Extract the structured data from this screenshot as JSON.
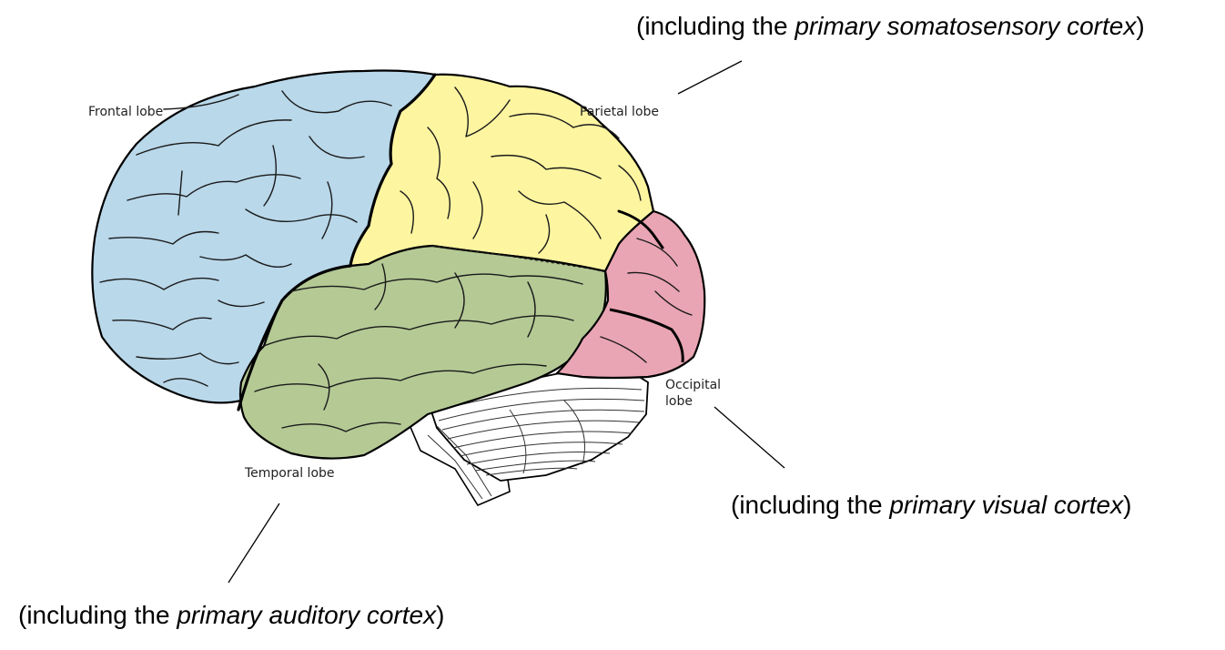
{
  "labels": {
    "frontal": "Frontal lobe",
    "parietal": "Parietal lobe",
    "occipital_line1": "Occipital",
    "occipital_line2": "lobe",
    "temporal": "Temporal lobe"
  },
  "annotations": {
    "somatosensory": {
      "prefix": "(including the ",
      "italic": "primary somatosensory cortex",
      "suffix": ")"
    },
    "visual": {
      "prefix": "(including the ",
      "italic": "primary visual cortex",
      "suffix": ")"
    },
    "auditory": {
      "prefix": "(including the ",
      "italic": "primary auditory cortex",
      "suffix": ")"
    }
  },
  "colors": {
    "frontal": "#b9d8ea",
    "parietal": "#fdf5a0",
    "temporal": "#b5c995",
    "occipital": "#e9a5b3",
    "cerebellum": "#ffffff"
  }
}
